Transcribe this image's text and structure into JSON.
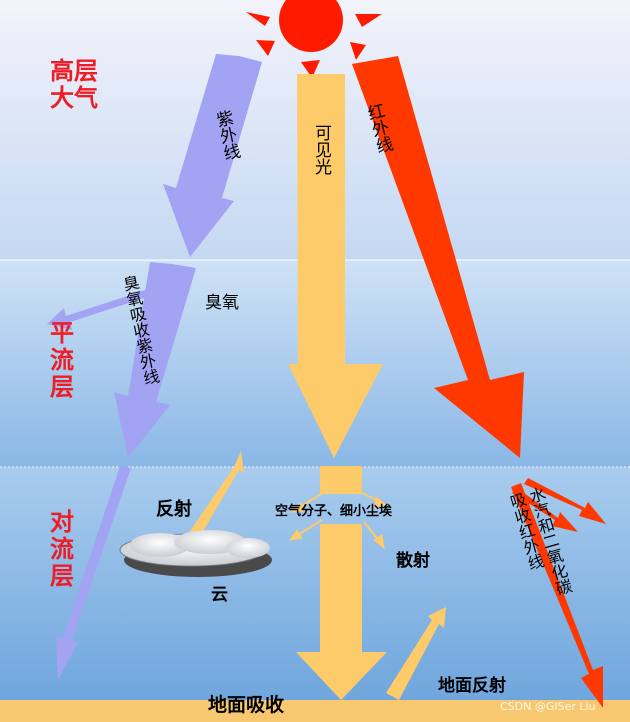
{
  "layers": {
    "upper": "高层大气",
    "strat": "平流层",
    "trop": "对流层"
  },
  "beams": {
    "uv": "紫外线",
    "visible": "可见光",
    "infrared": "红外线"
  },
  "labels": {
    "ozone": "臭氧",
    "ozone_absorb": "臭氧吸收紫外线",
    "reflect": "反射",
    "cloud": "云",
    "air_dust": "空气分子、细小尘埃",
    "scatter": "散射",
    "vapor_co2": "水汽和二氧化碳吸收红外线",
    "ground_reflect": "地面反射",
    "ground_absorb": "地面吸收",
    "watermark": "CSDN @GISer Liu"
  },
  "colors": {
    "uv": "#a3a3f3",
    "visible": "#fdcb6a",
    "infrared": "#ff3800",
    "sun": "#ff1a00",
    "layer_text": "#ee1c24",
    "ground": "#f8c870"
  }
}
